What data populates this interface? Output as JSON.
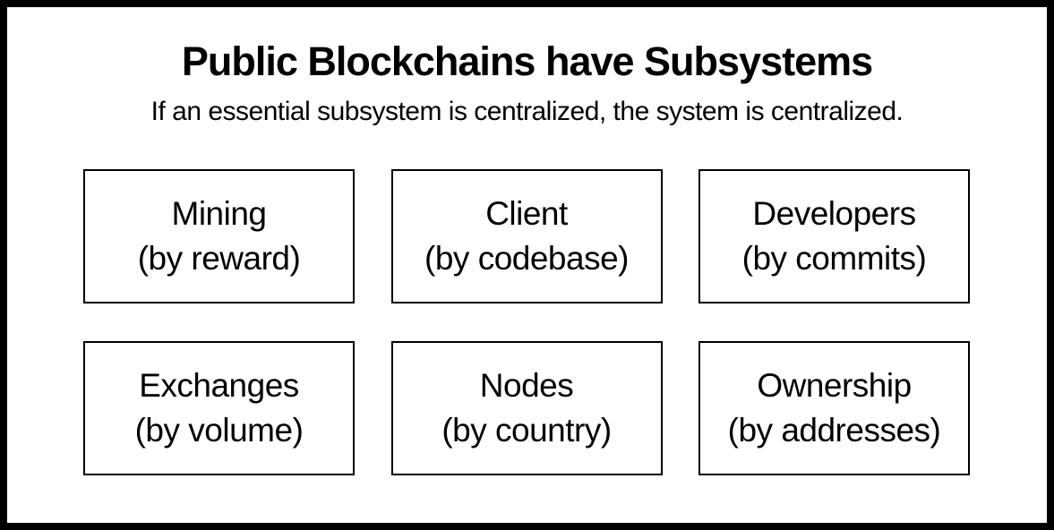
{
  "frame": {
    "border_color": "#000000",
    "background_color": "#ffffff",
    "text_color": "#000000"
  },
  "header": {
    "title": "Public Blockchains have Subsystems",
    "subtitle": "If an essential subsystem is centralized, the system is centralized."
  },
  "subsystems": [
    {
      "name": "Mining",
      "qualifier": "(by reward)"
    },
    {
      "name": "Client",
      "qualifier": "(by codebase)"
    },
    {
      "name": "Developers",
      "qualifier": "(by commits)"
    },
    {
      "name": "Exchanges",
      "qualifier": "(by volume)"
    },
    {
      "name": "Nodes",
      "qualifier": "(by country)"
    },
    {
      "name": "Ownership",
      "qualifier": "(by addresses)"
    }
  ]
}
